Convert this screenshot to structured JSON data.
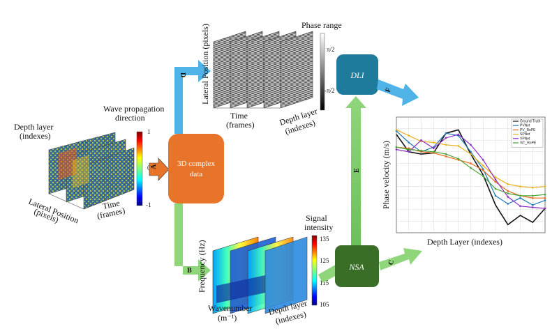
{
  "left_panel": {
    "depth_label_1": "Depth layer",
    "depth_label_2": "(indexes)",
    "wave_label_1": "Wave propagation",
    "wave_label_2": "direction",
    "lateral_label_1": "Lateral Position",
    "lateral_label_2": "(pixels)",
    "time_label_1": "Time",
    "time_label_2": "(frames)",
    "colorbar_ticks": [
      "1",
      "0",
      "-1"
    ]
  },
  "center_box": {
    "line1": "3D complex",
    "line2": "data"
  },
  "top_panel": {
    "phase_range": "Phase range",
    "lateral_label": "Lateral Position (pixels)",
    "time_label_1": "Time",
    "time_label_2": "(frames)",
    "depth_label_1": "Depth layer",
    "depth_label_2": "(indexes)",
    "colorbar_ticks": [
      "π/2",
      "-π/2"
    ]
  },
  "bottom_panel": {
    "signal_label_1": "Signal",
    "signal_label_2": "intensity",
    "frequency_label": "Frequency (Hz)",
    "wavenumber_label_1": "Wavenumber",
    "wavenumber_label_2": "(m⁻¹)",
    "depth_label_1": "Depth layer",
    "depth_label_2": "(indexes)",
    "colorbar_ticks": [
      "135",
      "125",
      "115",
      "105"
    ]
  },
  "dli_box": {
    "label": "DLI"
  },
  "nsa_box": {
    "label": "NSA"
  },
  "arrows": {
    "a": "A",
    "b": "B",
    "c": "C",
    "d": "D",
    "e": "E",
    "f": "F"
  },
  "chart_data": {
    "type": "line",
    "title": "",
    "xlabel": "Depth Layer (indexes)",
    "ylabel": "Phase velocity (m/s)",
    "grid": true,
    "legend_position": "top-right",
    "x": [
      0,
      1,
      2,
      3,
      4,
      5,
      6,
      7,
      8,
      9,
      10,
      11,
      12
    ],
    "ylim": [
      0,
      10
    ],
    "series": [
      {
        "name": "Ground Truth",
        "color": "#111111",
        "values": [
          8.5,
          7.0,
          6.8,
          6.9,
          8.6,
          8.9,
          6.8,
          5.0,
          2.4,
          0.7,
          1.5,
          0.9,
          2.1
        ]
      },
      {
        "name": "PVNet",
        "color": "#1f77b4",
        "values": [
          8.8,
          7.8,
          7.0,
          7.4,
          8.6,
          8.4,
          7.0,
          5.5,
          3.2,
          2.5,
          3.0,
          2.4,
          2.8
        ]
      },
      {
        "name": "PV_RoPE",
        "color": "#e8681a",
        "values": [
          7.4,
          7.3,
          7.0,
          6.9,
          6.6,
          6.3,
          6.0,
          5.4,
          4.4,
          3.6,
          3.2,
          3.0,
          3.0
        ]
      },
      {
        "name": "SPNet",
        "color": "#e8b11a",
        "values": [
          8.9,
          8.4,
          7.9,
          7.8,
          7.6,
          7.5,
          6.8,
          5.8,
          4.8,
          4.2,
          4.0,
          3.9,
          4.0
        ]
      },
      {
        "name": "VPNet",
        "color": "#8b2bc8",
        "values": [
          7.2,
          7.0,
          8.0,
          7.3,
          8.2,
          8.5,
          7.6,
          6.3,
          4.6,
          3.1,
          2.3,
          2.2,
          2.1
        ]
      },
      {
        "name": "ViT_RoPE",
        "color": "#4aa338",
        "values": [
          7.4,
          7.2,
          7.1,
          7.0,
          6.8,
          6.4,
          5.6,
          4.9,
          3.8,
          3.4,
          3.2,
          3.2,
          3.3
        ]
      }
    ]
  }
}
